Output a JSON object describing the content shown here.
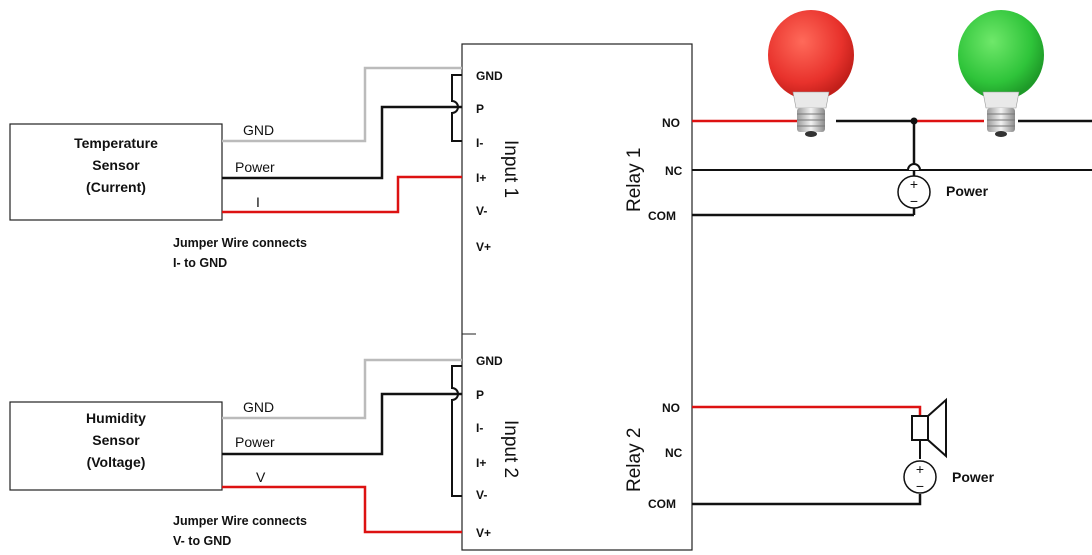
{
  "sensors": {
    "temperature": {
      "line1": "Temperature",
      "line2": "Sensor",
      "line3": "(Current)"
    },
    "humidity": {
      "line1": "Humidity",
      "line2": "Sensor",
      "line3": "(Voltage)"
    }
  },
  "wire_labels": {
    "temp_gnd": "GND",
    "temp_power": "Power",
    "temp_signal": "I",
    "hum_gnd": "GND",
    "hum_power": "Power",
    "hum_signal": "V"
  },
  "notes": {
    "jumper1_line1": "Jumper Wire connects",
    "jumper1_line2": "I- to GND",
    "jumper2_line1": "Jumper Wire connects",
    "jumper2_line2": "V- to GND"
  },
  "input1": {
    "title": "Input 1",
    "pins": [
      "GND",
      "P",
      "I-",
      "I+",
      "V-",
      "V+"
    ]
  },
  "input2": {
    "title": "Input 2",
    "pins": [
      "GND",
      "P",
      "I-",
      "I+",
      "V-",
      "V+"
    ]
  },
  "relay1": {
    "title": "Relay 1",
    "pins": [
      "NO",
      "NC",
      "COM"
    ]
  },
  "relay2": {
    "title": "Relay 2",
    "pins": [
      "NO",
      "NC",
      "COM"
    ]
  },
  "power_labels": {
    "relay1_supply": "Power",
    "relay2_supply": "Power"
  },
  "colors": {
    "wire_black": "#111111",
    "wire_red": "#dd1111",
    "wire_gray": "#bbbbbb",
    "lamp_red": "#e8322c",
    "lamp_green": "#2fc43a"
  },
  "icons": [
    "red-light-bulb-icon",
    "green-light-bulb-icon",
    "speaker-icon",
    "power-source-icon"
  ]
}
